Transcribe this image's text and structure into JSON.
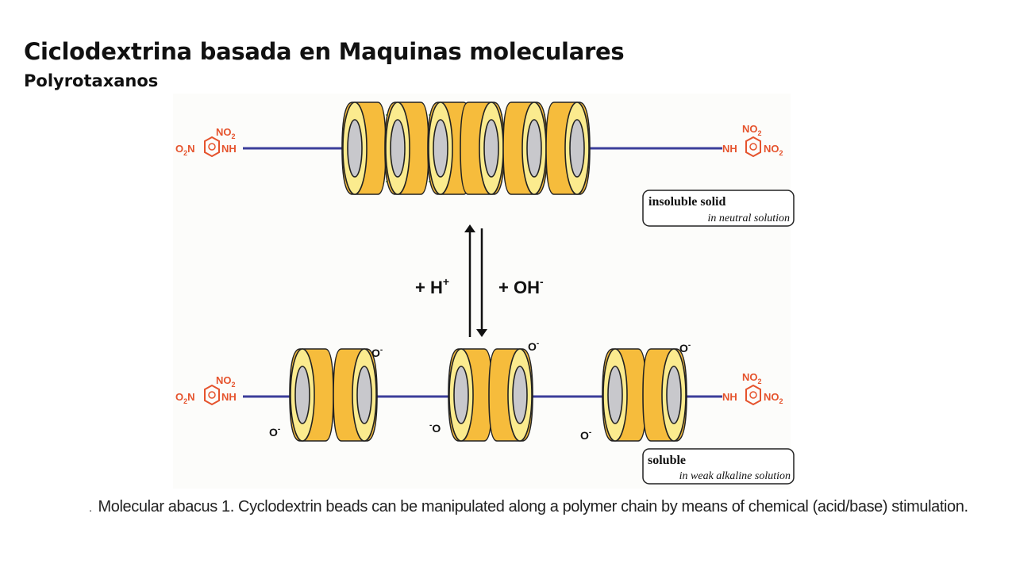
{
  "slide": {
    "title": "Ciclodextrina basada en Maquinas moleculares",
    "subtitle": "Polyrotaxanos"
  },
  "diagram": {
    "end_group": {
      "no2": "NO",
      "sub2": "2",
      "o2n": "O",
      "o2n_sub": "2",
      "n": "N",
      "nh": "NH"
    },
    "top_state": {
      "label_main": "insoluble solid",
      "label_sub": "in neutral solution"
    },
    "bottom_state": {
      "label_main": "soluble",
      "label_sub": "in weak alkaline solution"
    },
    "reagents": {
      "acid": "+ H",
      "acid_sup": "+",
      "base": "+ OH",
      "base_sup": "-"
    },
    "oxide": {
      "o": "O",
      "charge": "-"
    },
    "colors": {
      "chain": "#3b3e9a",
      "bead_body": "#f6bc3c",
      "bead_face": "#fbeb8e",
      "cavity": "#c8c8cc",
      "nitro": "#e5532d",
      "hbond": "#7dc063"
    }
  },
  "caption": {
    "dot": ".",
    "text": "Molecular abacus 1. Cyclodextrin beads can be manipulated along a polymer chain by means of chemical (acid/base) stimulation."
  }
}
